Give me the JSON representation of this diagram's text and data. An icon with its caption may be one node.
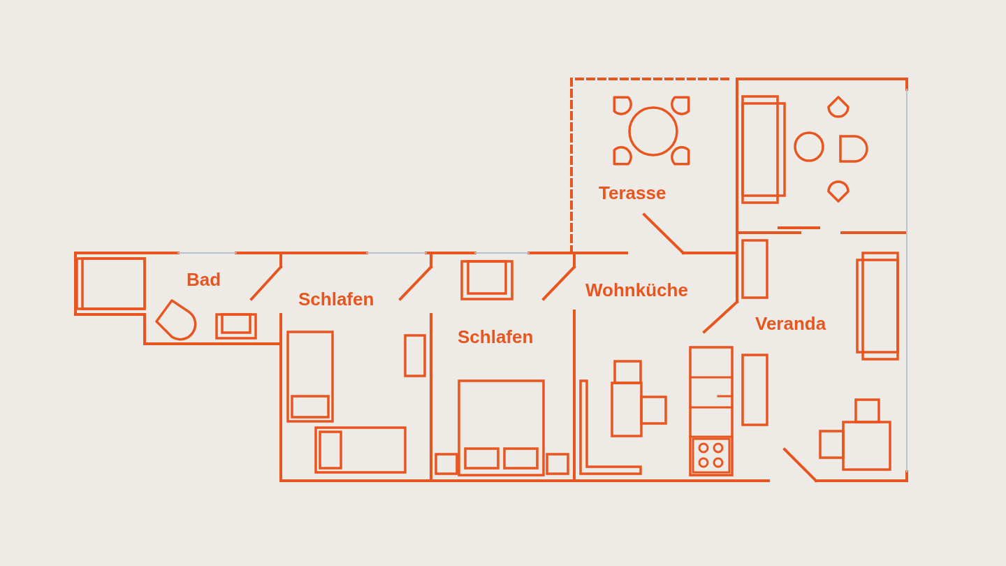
{
  "diagram": {
    "labels": [
      "Terasse",
      "Bad",
      "Wohnküche",
      "Schlafen",
      "Veranda",
      "Schlafen"
    ]
  }
}
